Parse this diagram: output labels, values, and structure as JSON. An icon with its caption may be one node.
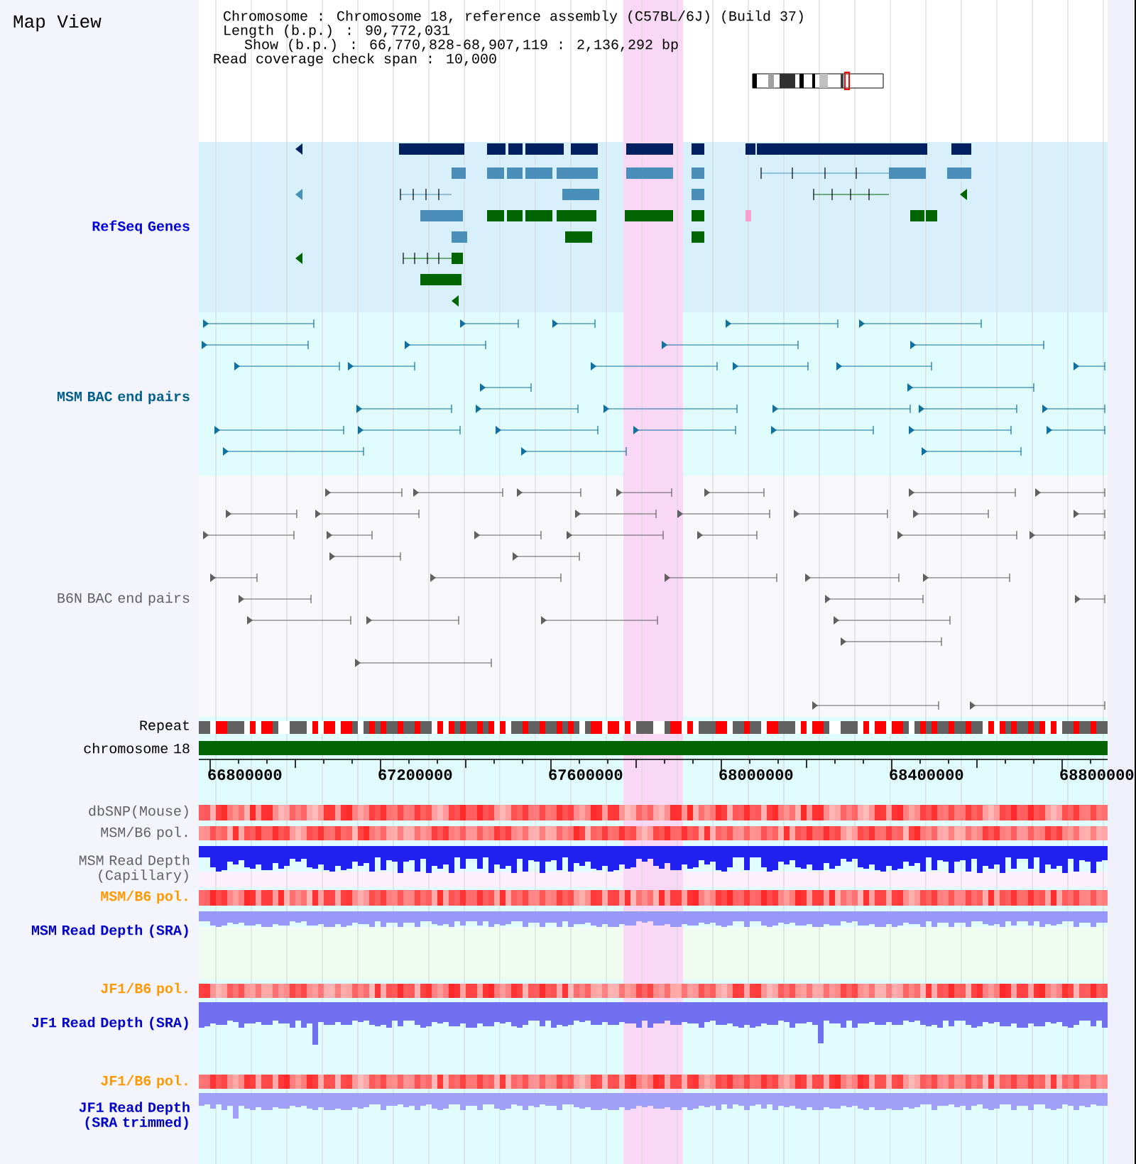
{
  "diagram": {
    "title": "Map View",
    "labels": [
      "Chromosome : Chromosome 18, reference assembly (C57BL/6J) (Build 37)",
      "Length (b.p.) : 90,772,031",
      "Show (b.p.) : 66,770,828-68,907,119 : 2,136,292 bp",
      "Read coverage check span : 10,000",
      "RefSeq Genes",
      "MSM BAC end pairs",
      "B6N BAC end pairs",
      "Repeat",
      "chromosome 18",
      "66800000",
      "67200000",
      "67600000",
      "68000000",
      "68400000",
      "68800000",
      "dbSNP(Mouse)",
      "MSM/B6 pol.",
      "MSM Read Depth (Capillary)",
      "MSM/B6 pol.",
      "MSM Read Depth (SRA)",
      "JF1/B6 pol.",
      "JF1 Read Depth (SRA)",
      "JF1/B6 pol.",
      "JF1 Read Depth (SRA trimmed)"
    ]
  }
}
